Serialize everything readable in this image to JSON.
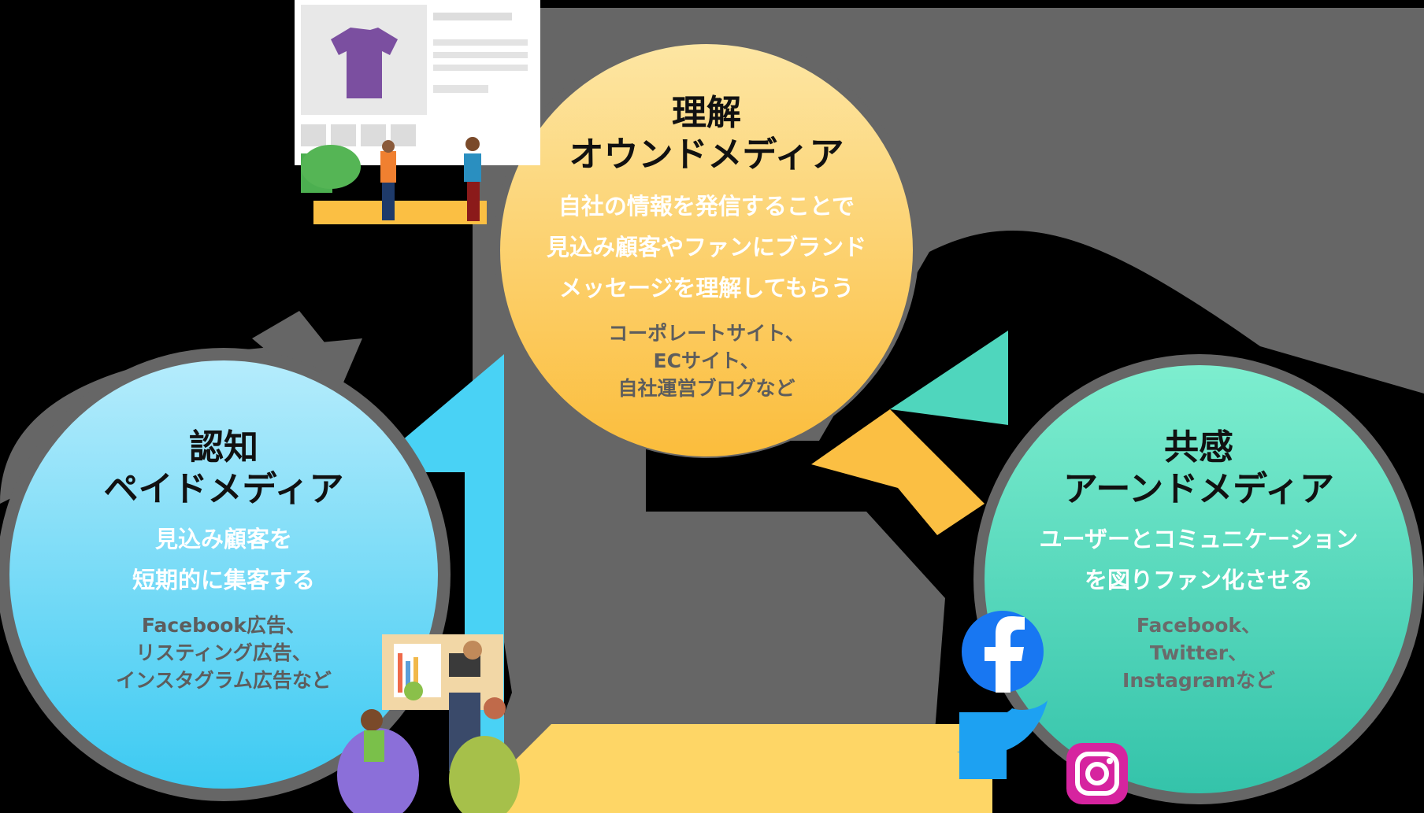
{
  "colors": {
    "background": "#000000",
    "gray_ring": "#666666",
    "paid_cyan": "#49d2f5",
    "owned_orange": "#fbbf43",
    "earned_teal": "#4fd6bd",
    "bottom_yellow": "#fed666",
    "text_dark": "#111111",
    "text_white": "#ffffff",
    "text_gray": "#5d5d5d"
  },
  "owned": {
    "title": "理解",
    "subtitle": "オウンドメディア",
    "desc_lines": [
      "自社の情報を発信することで",
      "見込み顧客やファンにブランド",
      "メッセージを理解してもらう"
    ],
    "media_lines": [
      "コーポレートサイト、",
      "ECサイト、",
      "自社運営ブログなど"
    ]
  },
  "paid": {
    "title": "認知",
    "subtitle": "ペイドメディア",
    "desc_lines": [
      "見込み顧客を",
      "短期的に集客する"
    ],
    "media_lines": [
      "Facebook広告、",
      "リスティング広告、",
      "インスタグラム広告など"
    ]
  },
  "earned": {
    "title": "共感",
    "subtitle": "アーンドメディア",
    "desc_lines": [
      "ユーザーとコミュニケーション",
      "を図りファン化させる"
    ],
    "media_lines": [
      "Facebook、",
      "Twitter、",
      "Instagramなど"
    ]
  },
  "icons": [
    "tshirt-product-page-illustration",
    "meeting-presentation-illustration",
    "facebook-icon",
    "twitter-icon",
    "instagram-icon"
  ]
}
